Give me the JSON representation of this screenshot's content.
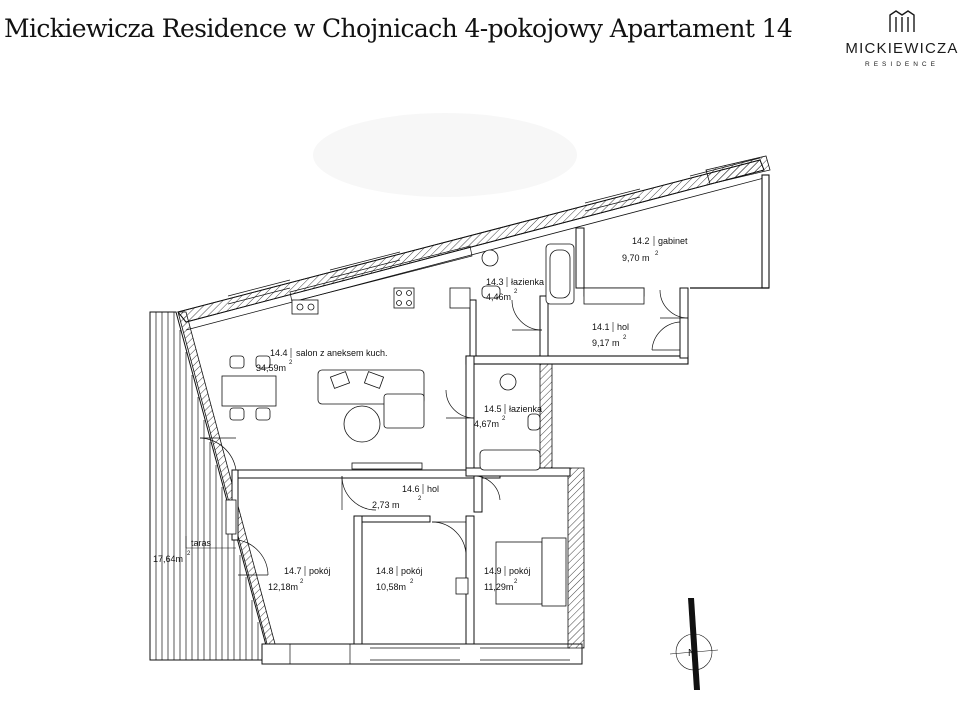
{
  "header": {
    "title": "Mickiewicza Residence w Chojnicach 4-pokojowy Apartament 14",
    "brand_name": "MICKIEWICZA",
    "brand_sub": "RESIDENCE"
  },
  "rooms": [
    {
      "number": "14.2",
      "name": "gabinet",
      "area": "9,70 m"
    },
    {
      "number": "14.3",
      "name": "łazienka",
      "area": "4,46m"
    },
    {
      "number": "14.1",
      "name": "hol",
      "area": "9,17 m"
    },
    {
      "number": "14.4",
      "name": "salon z aneksem kuch.",
      "area": "34,59m"
    },
    {
      "number": "14.5",
      "name": "łazienka",
      "area": "4,67m"
    },
    {
      "number": "14.6",
      "name": "hol",
      "area": "2,73 m"
    },
    {
      "number": "",
      "name": "taras",
      "area": "17,64m"
    },
    {
      "number": "14.7",
      "name": "pokój",
      "area": "12,18m"
    },
    {
      "number": "14.8",
      "name": "pokój",
      "area": "10,58m"
    },
    {
      "number": "14.9",
      "name": "pokój",
      "area": "11,29m"
    }
  ],
  "units": {
    "superscript": "2"
  },
  "compass": {
    "label": "N"
  },
  "colors": {
    "line": "#111111",
    "background": "#ffffff"
  }
}
